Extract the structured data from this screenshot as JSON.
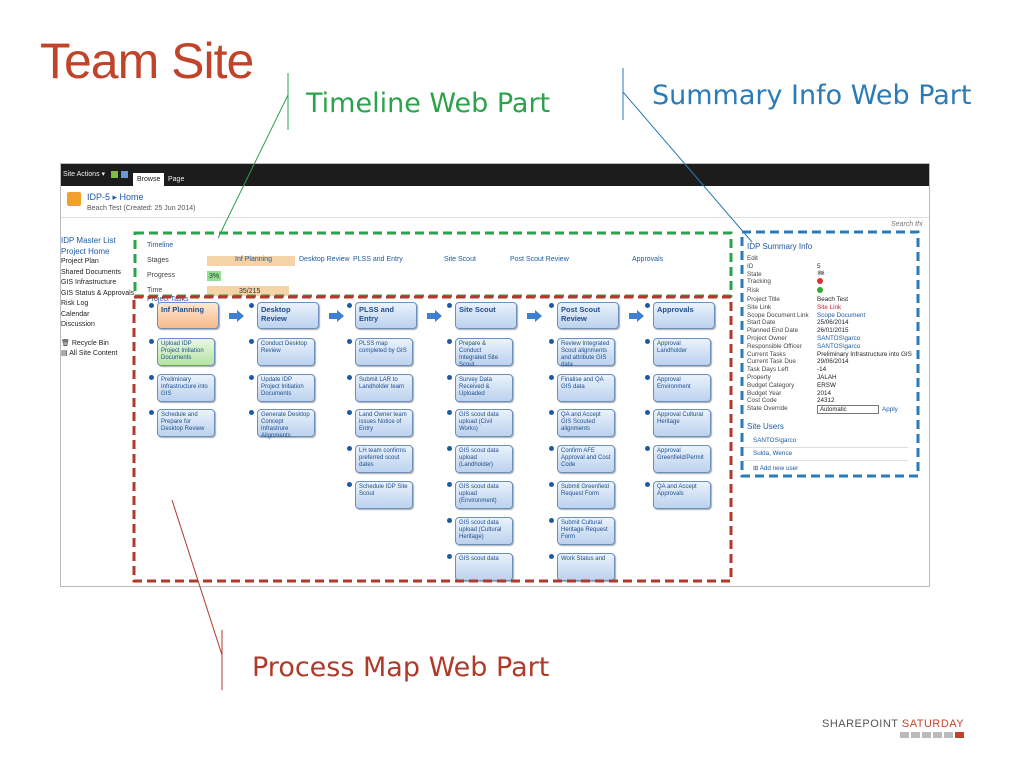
{
  "slide": {
    "title": "Team Site",
    "callouts": {
      "timeline": "Timeline Web Part",
      "summary": "Summary Info Web Part",
      "process": "Process Map Web Part"
    },
    "logo": {
      "part1": "SHAREPOINT ",
      "part2": "SATURDAY"
    },
    "colors": {
      "timeline_border": "#2aa34a",
      "summary_border": "#2a7bb8",
      "process_border": "#b03a2a",
      "title": "#c0442a"
    }
  },
  "sharepoint": {
    "ribbon": {
      "site_actions": "Site Actions ▾",
      "tab_browse": "Browse",
      "tab_page": "Page"
    },
    "breadcrumb": "IDP-5 ▸ Home",
    "subtitle": "Beach Test (Created: 25 Jun 2014)",
    "search_placeholder": "Search thi",
    "quick_launch": {
      "header": "IDP Master List",
      "items": [
        "Project Home",
        "Project Plan",
        "Shared Documents",
        "GIS Infrastructure",
        "GIS Status & Approvals",
        "Risk Log",
        "Calendar",
        "Discussion"
      ],
      "recycle": "Recycle Bin",
      "all_content": "All Site Content"
    },
    "timeline": {
      "title": "Timeline",
      "row_labels": {
        "stages": "Stages",
        "progress": "Progress",
        "time": "Time"
      },
      "stages": [
        "Inf Planning",
        "Desktop Review",
        "PLSS and Entry",
        "Site Scout",
        "Post Scout Review",
        "Approvals"
      ],
      "progress": "3%",
      "progress_value": 0.03,
      "time": "35/215"
    },
    "process_map": {
      "title": "Project Tasks",
      "stages": [
        {
          "name": "Inf Planning",
          "tasks": [
            "Upload IDP Project Initiation Documents",
            "Preliminary Infrastructure into GIS",
            "Schedule and Prepare for Desktop Review"
          ]
        },
        {
          "name": "Desktop Review",
          "tasks": [
            "Conduct Desktop Review",
            "Update IDP Project Initiation Documents",
            "Generate Desktop Concept Infrastrure Alignments"
          ]
        },
        {
          "name": "PLSS and Entry",
          "tasks": [
            "PLSS map completed by GIS",
            "Submit LAR to Landholder team",
            "Land Owner team issues Notice of Entry",
            "LH team confirms preferred scout dates",
            "Schedule IDP Site Scout"
          ]
        },
        {
          "name": "Site Scout",
          "tasks": [
            "Prepare & Conduct Integrated Site Scout",
            "Survey Data Received & Uploaded",
            "GIS scout data upload (Civil Works)",
            "GIS scout data upload (Landholder)",
            "GIS scout data upload (Environment)",
            "GIS scout data upload (Cultural Heritage)",
            "GIS scout data"
          ]
        },
        {
          "name": "Post Scout Review",
          "tasks": [
            "Review Integrated Scout alignments and attribute GIS data",
            "Finalise and QA GIS data",
            "QA and Accept GIS Scouted alignments",
            "Confirm AFE Approval and Cost Code",
            "Submit Greenfield Request Form",
            "Submit Cultural Heritage Request Form",
            "Work Status and"
          ]
        },
        {
          "name": "Approvals",
          "tasks": [
            "Approval Landholder",
            "Approval Environment",
            "Approval Cultural Heritage",
            "Approval Greenfield/Permit",
            "QA and Accept Approvals"
          ]
        }
      ]
    },
    "summary": {
      "title": "IDP Summary Info",
      "edit": "Edit",
      "fields": [
        {
          "k": "ID",
          "v": "5"
        },
        {
          "k": "State",
          "v": "🏁"
        },
        {
          "k": "Tracking",
          "v": "",
          "indicator": "red"
        },
        {
          "k": "Risk",
          "v": "",
          "indicator": "green"
        },
        {
          "k": "Project Title",
          "v": "Beach Test"
        },
        {
          "k": "Site Link",
          "v": "Site Link",
          "style": "red"
        },
        {
          "k": "Scope Document Link",
          "v": "Scope Document",
          "style": "lnk"
        },
        {
          "k": "Start Date",
          "v": "25/06/2014"
        },
        {
          "k": "Planned End Date",
          "v": "26/01/2015"
        },
        {
          "k": "Project Owner",
          "v": "SANTOS\\garco",
          "style": "lnk"
        },
        {
          "k": "Responsible Officer",
          "v": "SANTOS\\garco",
          "style": "lnk"
        },
        {
          "k": "Current Tasks",
          "v": "Preliminary Infrastructure into GIS"
        },
        {
          "k": "Current Task Due",
          "v": "29/06/2014"
        },
        {
          "k": "Task Days Left",
          "v": "-14"
        },
        {
          "k": "Property",
          "v": "JALAH"
        },
        {
          "k": "Budget Category",
          "v": "ERSW"
        },
        {
          "k": "Budget Year",
          "v": "2014"
        },
        {
          "k": "Cost Code",
          "v": "24312"
        }
      ],
      "override_label": "State Override",
      "override_value": "Automatic",
      "apply": "Apply",
      "users_title": "Site Users",
      "users": [
        "SANTOS\\garco",
        "Sulda, Wence"
      ],
      "add_user": "Add new user"
    }
  }
}
